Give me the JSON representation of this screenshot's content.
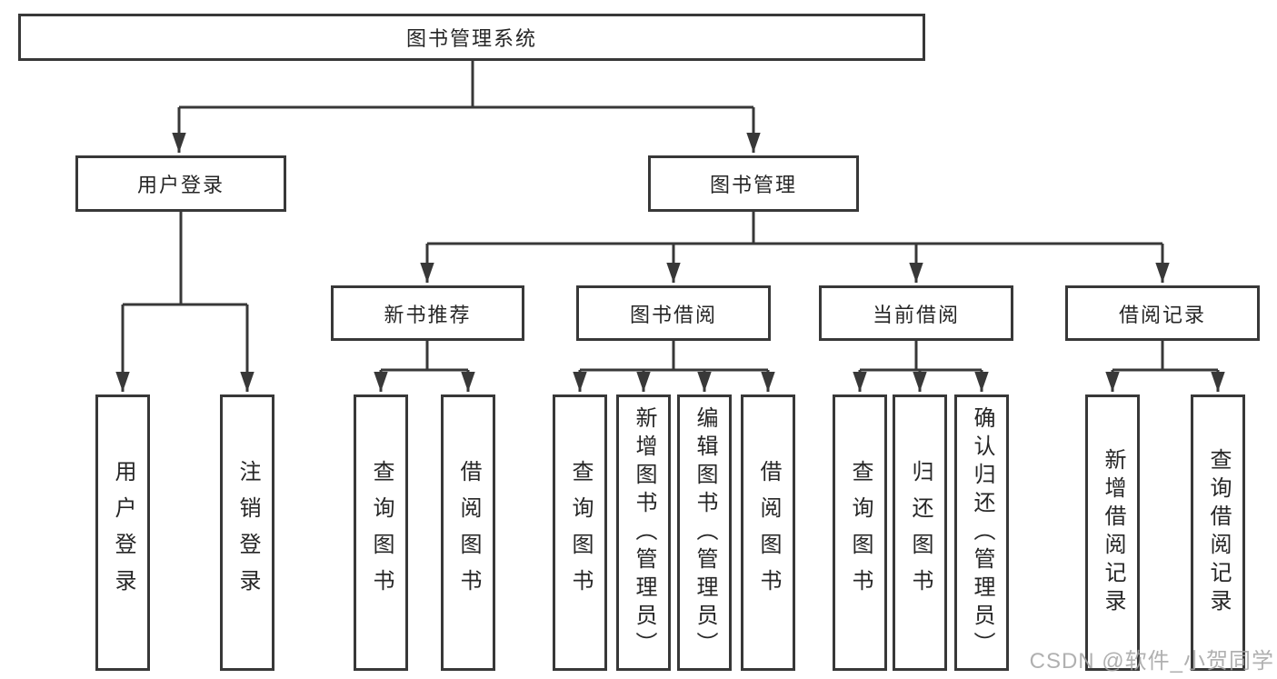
{
  "diagram": {
    "title": "图书管理系统",
    "type": "hierarchy-tree",
    "root": {
      "label": "图书管理系统"
    },
    "level2": {
      "user_login": {
        "label": "用户登录"
      },
      "book_mgmt": {
        "label": "图书管理"
      }
    },
    "level3": {
      "new_book_rec": {
        "label": "新书推荐",
        "parent": "图书管理"
      },
      "book_borrow": {
        "label": "图书借阅",
        "parent": "图书管理"
      },
      "current_borrow": {
        "label": "当前借阅",
        "parent": "图书管理"
      },
      "borrow_records": {
        "label": "借阅记录",
        "parent": "图书管理"
      }
    },
    "leaves": {
      "ul_login": {
        "label": "用户登录",
        "parent": "用户登录"
      },
      "ul_logout": {
        "label": "注销登录",
        "parent": "用户登录"
      },
      "nb_query": {
        "label": "查询图书",
        "parent": "新书推荐"
      },
      "nb_borrow": {
        "label": "借阅图书",
        "parent": "新书推荐"
      },
      "bb_query": {
        "label": "查询图书",
        "parent": "图书借阅"
      },
      "bb_add": {
        "label": "新增图书（管理员）",
        "parent": "图书借阅"
      },
      "bb_edit": {
        "label": "编辑图书（管理员）",
        "parent": "图书借阅"
      },
      "bb_borrow": {
        "label": "借阅图书",
        "parent": "图书借阅"
      },
      "cb_query": {
        "label": "查询图书",
        "parent": "当前借阅"
      },
      "cb_return": {
        "label": "归还图书",
        "parent": "当前借阅"
      },
      "cb_confirm": {
        "label": "确认归还（管理员）",
        "parent": "当前借阅"
      },
      "br_add": {
        "label": "新增借阅记录",
        "parent": "借阅记录"
      },
      "br_query": {
        "label": "查询借阅记录",
        "parent": "借阅记录"
      }
    },
    "colors": {
      "line": "#383838",
      "text": "#262626",
      "box_fill": "#ffffff",
      "background": "#ffffff",
      "watermark": "#a3a3a3"
    }
  },
  "watermark": {
    "text": "CSDN @软件_小贺同学"
  }
}
